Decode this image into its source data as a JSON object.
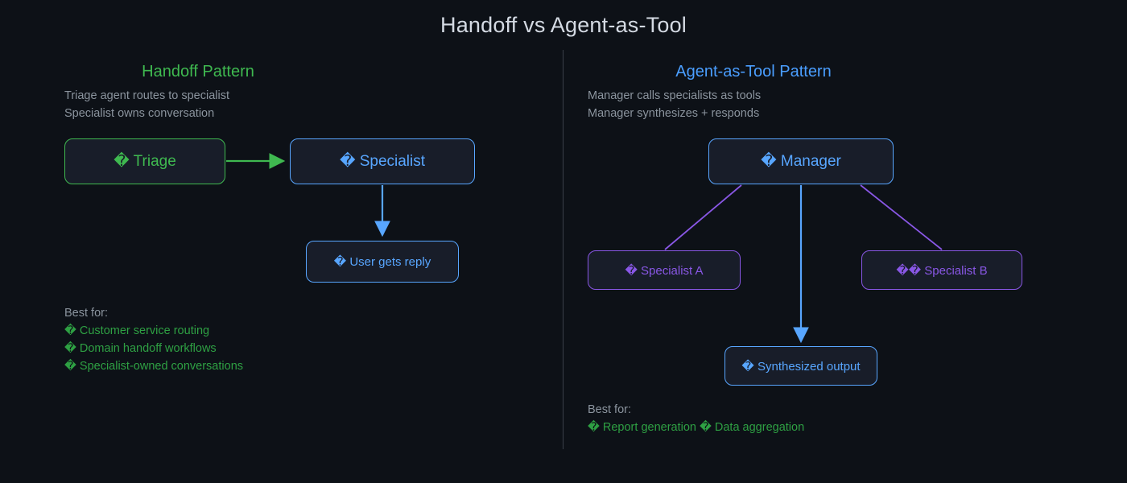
{
  "title": "Handoff vs Agent-as-Tool",
  "colors": {
    "background": "#0d1117",
    "node_fill": "#181d29",
    "title_text": "#d4dae3",
    "muted_text": "#8b949e",
    "green": "#3fb950",
    "green_list": "#2ea043",
    "blue": "#58a6ff",
    "blue_title": "#4a9eff",
    "purple": "#8957e5",
    "divider": "#3a4048"
  },
  "divider": {
    "name": "panel-divider"
  },
  "panels": [
    {
      "id": "handoff",
      "title": "Handoff Pattern",
      "title_color": "#3fb950",
      "subtitle_lines": [
        "Triage agent routes to specialist",
        "Specialist owns conversation"
      ],
      "subtitle": "Triage agent routes to specialist\nSpecialist owns conversation",
      "nodes": [
        {
          "id": "triage",
          "icon": "�",
          "label": "� Triage",
          "text": "Triage",
          "color": "#3fb950"
        },
        {
          "id": "specialist",
          "icon": "�",
          "label": "� Specialist",
          "text": "Specialist",
          "color": "#58a6ff"
        },
        {
          "id": "userreply",
          "icon": "�",
          "label": "� User gets reply",
          "text": "User gets reply",
          "color": "#58a6ff"
        }
      ],
      "edges": [
        {
          "from": "triage",
          "to": "specialist",
          "color": "#3fb950",
          "style": "arrow-right"
        },
        {
          "from": "specialist",
          "to": "userreply",
          "color": "#58a6ff",
          "style": "arrow-down"
        }
      ],
      "best_for": {
        "heading": "Best for:",
        "items": [
          "� Customer service routing",
          "� Domain handoff workflows",
          "� Specialist-owned conversations"
        ]
      }
    },
    {
      "id": "agent-as-tool",
      "title": "Agent-as-Tool Pattern",
      "title_color": "#4a9eff",
      "subtitle_lines": [
        "Manager calls specialists as tools",
        "Manager synthesizes + responds"
      ],
      "subtitle": "Manager calls specialists as tools\nManager synthesizes + responds",
      "nodes": [
        {
          "id": "manager",
          "icon": "�",
          "label": "� Manager",
          "text": "Manager",
          "color": "#58a6ff"
        },
        {
          "id": "specialist-a",
          "icon": "�",
          "label": "� Specialist A",
          "text": "Specialist A",
          "color": "#8957e5"
        },
        {
          "id": "specialist-b",
          "icon": "��",
          "label": "�� Specialist B",
          "text": "Specialist B",
          "color": "#8957e5"
        },
        {
          "id": "synthesized",
          "icon": "�",
          "label": "� Synthesized output",
          "text": "Synthesized output",
          "color": "#58a6ff"
        }
      ],
      "edges": [
        {
          "from": "manager",
          "to": "specialist-a",
          "color": "#8957e5",
          "style": "line-diagonal"
        },
        {
          "from": "manager",
          "to": "specialist-b",
          "color": "#8957e5",
          "style": "line-diagonal"
        },
        {
          "from": "manager",
          "to": "synthesized",
          "color": "#58a6ff",
          "style": "arrow-down"
        }
      ],
      "best_for": {
        "heading": "Best for:",
        "items": [
          "� Report generation � Data aggregation"
        ]
      }
    }
  ]
}
